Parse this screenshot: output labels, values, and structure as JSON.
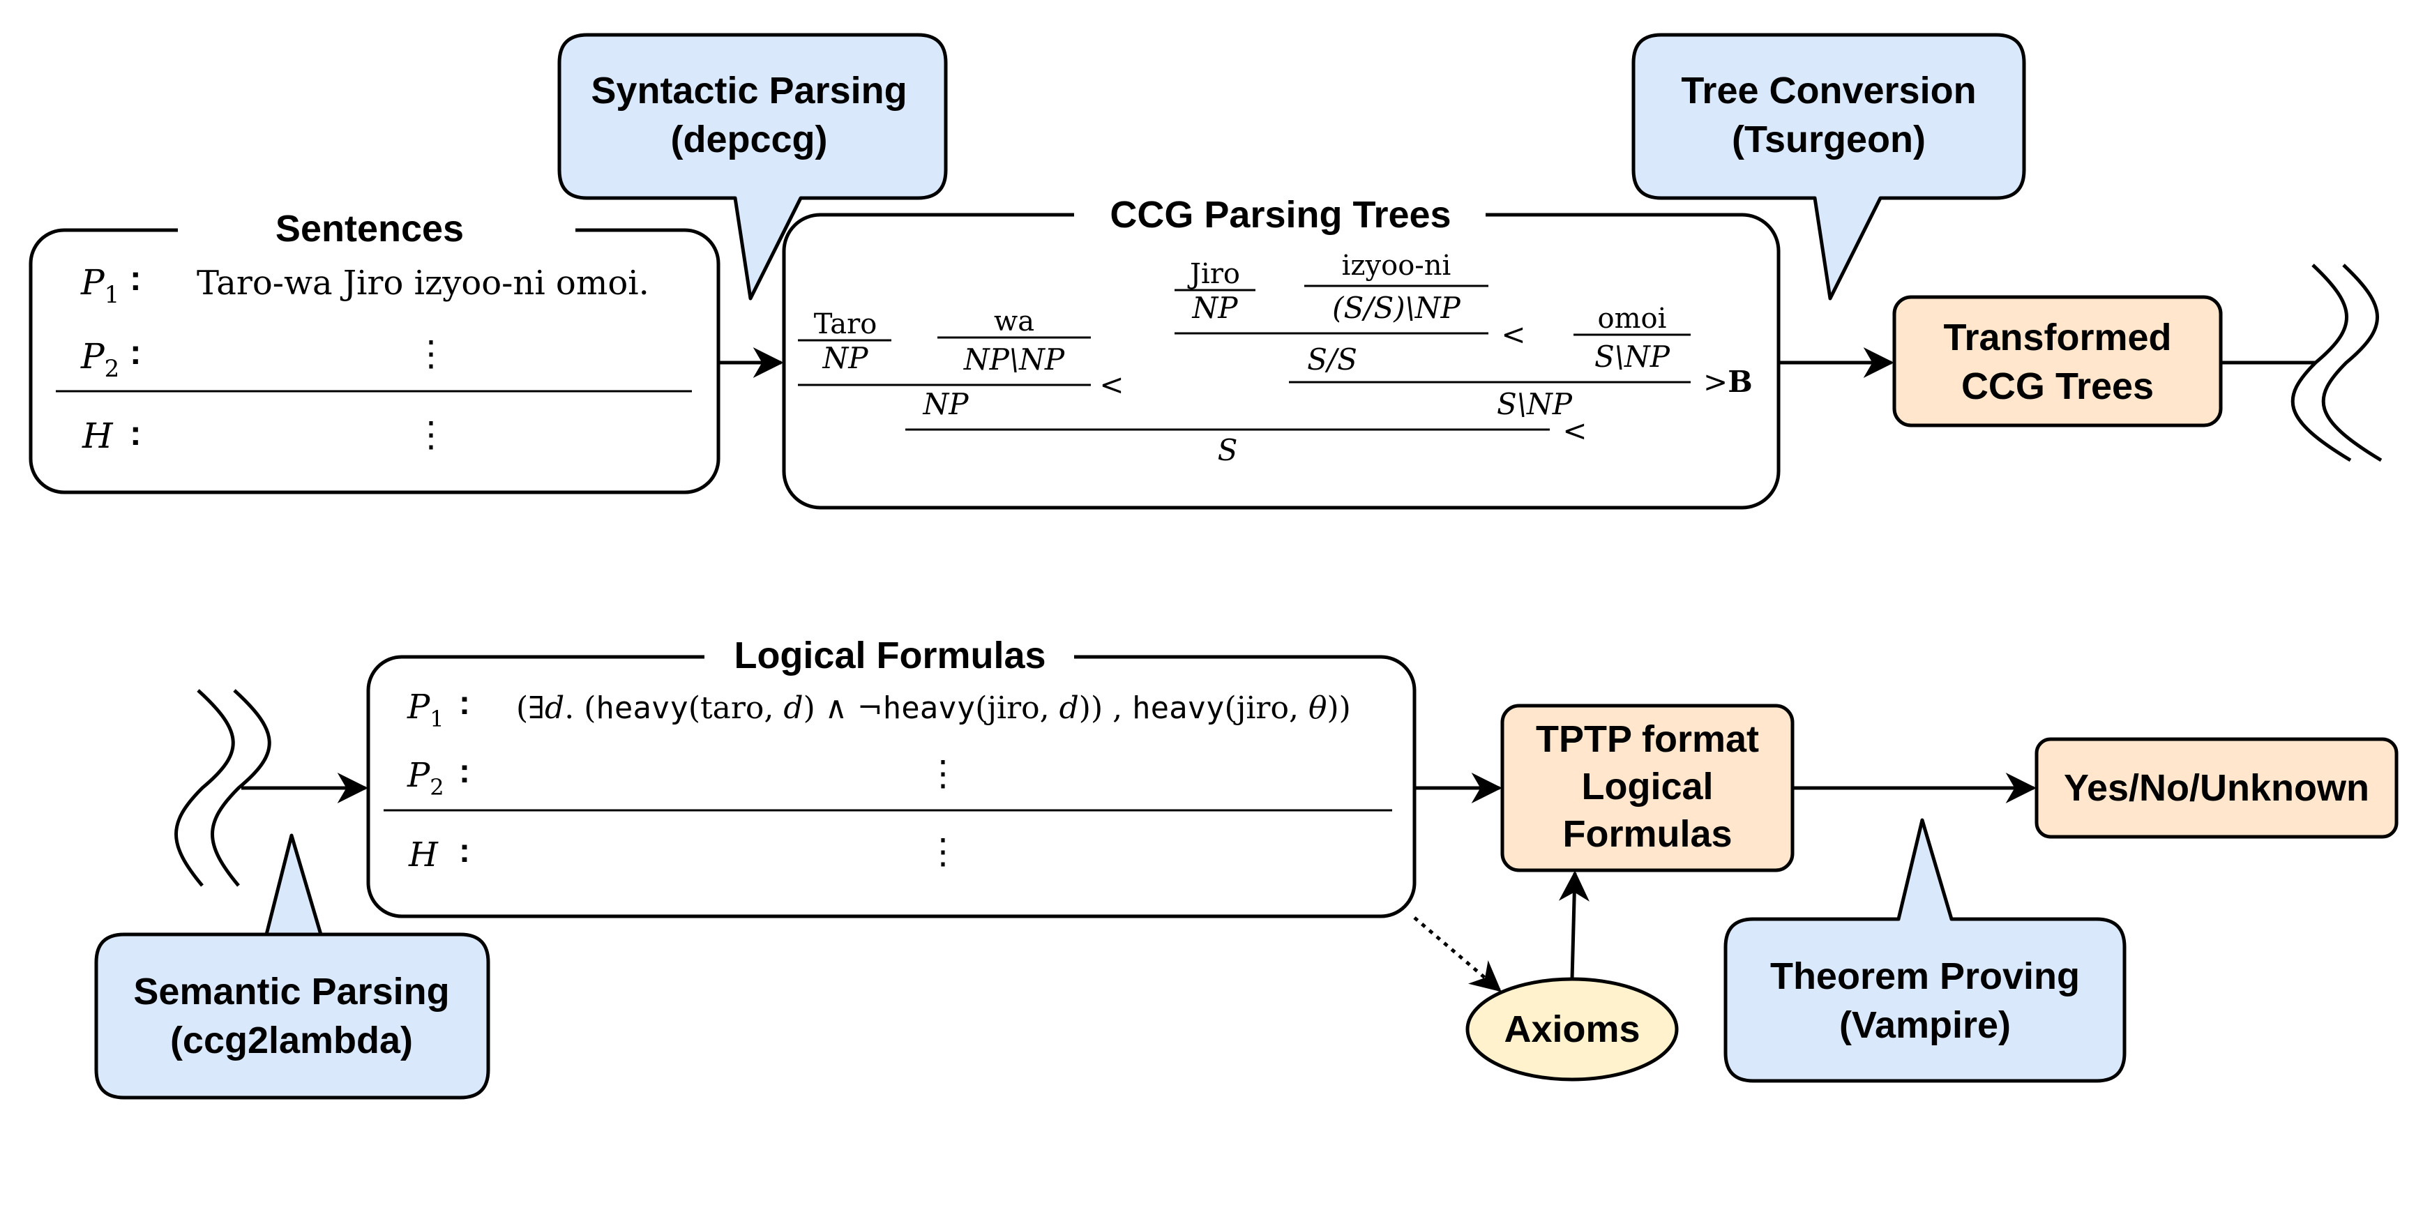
{
  "colors": {
    "stroke": "#000000",
    "tool_fill": "#dae8fc",
    "output_fill": "#ffe6cc",
    "axiom_fill": "#fff2cc"
  },
  "tools": {
    "syntactic_l1": "Syntactic Parsing",
    "syntactic_l2": "(depccg)",
    "tree_conv_l1": "Tree Conversion",
    "tree_conv_l2": "(Tsurgeon)",
    "semantic_l1": "Semantic Parsing",
    "semantic_l2": "(ccg2lambda)",
    "theorem_l1": "Theorem Proving",
    "theorem_l2": "(Vampire)"
  },
  "sentences": {
    "title": "Sentences",
    "p1": "P",
    "p1_sub": "1",
    "p2": "P",
    "p2_sub": "2",
    "h": "H",
    "colon": ":",
    "p1_text": "Taro-wa Jiro izyoo-ni omoi.",
    "vdots": "⋮"
  },
  "ccg": {
    "title": "CCG Parsing Trees",
    "taro": "Taro",
    "wa": "wa",
    "jiro": "Jiro",
    "izyoo": "izyoo-ni",
    "omoi": "omoi",
    "np": "NP",
    "np_bs_np": "NP\\NP",
    "s_s_bs_np": "(S/S)\\NP",
    "s_s": "S/S",
    "s_bs_np": "S\\NP",
    "s": "S",
    "lt": "<",
    "gt": ">",
    "b": "B"
  },
  "transformed": {
    "l1": "Transformed",
    "l2": "CCG Trees"
  },
  "logical": {
    "title": "Logical Formulas",
    "p1": "P",
    "p1_sub": "1",
    "p2": "P",
    "p2_sub": "2",
    "h": "H",
    "colon": ":",
    "f_open": "(∃",
    "f_d1": "d",
    "f_dot": ". (",
    "f_heavy": "heavy",
    "f_taro": "(taro, ",
    "f_d2": "d",
    "f_and": ") ∧ ¬",
    "f_heavy2": "heavy",
    "f_jiro": "(jiro, ",
    "f_d3": "d",
    "f_close": ")) , ",
    "f_heavy3": "heavy",
    "f_jiro2": "(jiro, ",
    "f_theta": "θ",
    "f_end": "))",
    "vdots": "⋮"
  },
  "tptp": {
    "l1": "TPTP format",
    "l2": "Logical",
    "l3": "Formulas"
  },
  "axioms": "Axioms",
  "result": "Yes/No/Unknown"
}
